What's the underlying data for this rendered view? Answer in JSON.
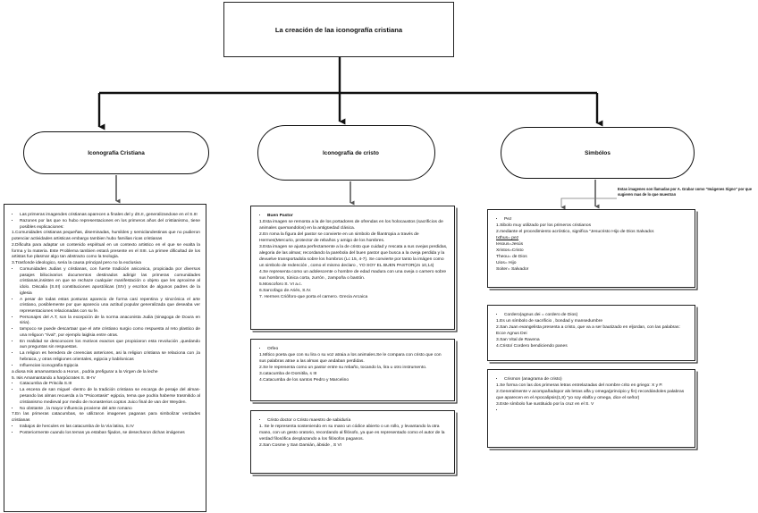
{
  "title": "La creación de laa iconografía cristiana",
  "branches": {
    "left": "Iconografía Cristiana",
    "mid": "Iconografía de cristo",
    "right": "Simbólos"
  },
  "note": "Estas imagenes son llamadas por A. Grabar como \"Imágenes Signo\" por que sugieren mas de lo que muestran",
  "left_items": [
    "Las primeras imagendes cristianas aparecen a finales del  y dS.II, generalizandose en el S.III",
    "Razones por las que no hubo representaciones   en los primeros años del cristianismo, tiene posibles explicaciones:",
    "1.Comunidades cristianas pequeñas, diseminadas, humildes y semiclandestinas que no pudieron potenciar actividades artisticas embargo tambien hubo familias ricas cristianas",
    "2.Dificulta para adaptar un contenido espiritual en un contexto artistico en el que se exalta la forma y la materia. Este Problema tambien estará presente en el SIII. La primee dificultad de los artistas fue plasmar algo tan abstracto como la teologia.",
    "3.Trasfonde ideologico, seria la causa principal pero no la exclusiva",
    "Comunidades Judias y cristianas, con fuerte tradición aniconica, propiciada por diversos pasajes biliocivarios documentos destinados adirigir las primeras comunidades cristianas,insisten en que se rechaze cualquier manifestación o objeto que les aproxime al idolo. Discalia (S.III) constituciones apostólicas (SIV) y escritos de algunos padres de la iglesia",
    "A pesar de todas estas posturas aparecio de forma casi repentina y sincrónica el arte cristiano, posiblemente por que aparecio una actitud popular generalizada que deseaba ver representaciones relacionadas con su fe.",
    "Personajes del A.T, son la excepción  de la norma anaconista Judia (sinagoga de Doura en siria).",
    "tampoco se puede descartaar que el arte cristiano surgio como respuesta al reto plastico de una religoon \"rival\", por ejemplo laiglsia entre otras.",
    "En realidad se desconocen los motivos exactos que propiciaron esta revolución ,quedando aun preguntas sin respuestas.",
    "La religion es heredera de creencias anteriores, asi la religion cristiana se relaciona con ,la hebraica, y otras religiones orientales, egipcia y babilonicas",
    "Influencias iconografia Egipcia",
    "a diosa Isis amamantando a Horus , podria prefigurar a la Virgen  de la leche",
    "5. Isis Amamantando a  harpócrates S. III-IV",
    "Catacumba de Priscila S.III",
    "La escena de san miguel -dentro de la tradición cristiana se encarga de pesaje del almas- pesando las almas recuerda a la \"Psicostasis\" egipcia, tema que podria haberse trasmitido al cristianismo medieval por medio de monasterios coptos Juico final de van der Weyden.",
    "No obstante , la mayor influencia proviene del arte romano",
    "7.En las primeras catacumbas, se utilizaron imagenes paganas para simbolizar verdades cristianas",
    "trabajos de hercules en las catacumba de la Via latina, S.IV",
    "Posteriormente cuando los temas ya estaban fijados, se desecharon dichas imágenes"
  ],
  "mid1": {
    "heading": "Buen Pastor",
    "lines": [
      "1.Esta imagen se remonta a la de los portadores de ofrendas en los holocaustos (sacrificios de animales quemandolos) en la antigüedad clásica.",
      "2.En roma la figura del pastor se convierte en un simbolo de filantropia a través de Hermes(Mercurio, protector de rebaños y amigo de los hombres.",
      "3.Esta imagen se ajusta perfectamente a la de cristo que cuidad y rescata a sus ovejas perdidas, alegoria de las almas; recordando la parebola del buen pastor que busca a la oveja perdida y la devuelve transportadola sobre los hombros (Lc 15, 4-7). Se convierte por tanto la imágen como un simbolo de redención , como el mismo declaro , YO SOY EL BUEN PASTOR(Jn 10,14)",
      "4.Se representa como un adolescente o hombre de edad madura con una oveja o carnero sobre sus hombros, túnica corta, zurrón , zampoña o bastón.",
      "5.Moscoforo S. VI a.c.",
      "6.Sarcofago de Ariés, S.IV.",
      "7. Hermes Crióforo-que porta el carnero. Grecia Arcaica"
    ]
  },
  "mid2": {
    "heading": "Orfeo",
    "lines": [
      "1.Mítico poeta que con su lira o su voz atraia a los animales.Se le compara con cristo que con sus palabras atrae a las almas que andaban perdidas.",
      "2.Se le representa como un pastor entre su rebaño, tocando la, lira u otro instrumento.",
      "3.catacumba de Domitila, s III",
      "4.Catacumba de los santos Pedro y Marcelino"
    ]
  },
  "mid3": {
    "heading": "Cristo doctor o Cristo maestro de sabiduría",
    "lines": [
      "1. Se le representa sosteniendo en su mano un códice abierto o un rollo, y levantando la otra mano, con un gesto oratorio, recordando al filósofo, ya que es representado como el autor de la verdad filosófica desplazando a los filósofos paganos.",
      "2.San Cosme y San Damián, ábside , S VI"
    ]
  },
  "r1": {
    "heading": "Pez",
    "lines": [
      "1.Sibolo muy utilizado por los primeros cristianos",
      "2.mediante el procedimiento acróstico, significa \"Jesucristo Hijo de Dios Salvador."
    ],
    "underlined": "Ixthus= pez",
    "words": [
      "Iesous=Jesús",
      "Xristos=Cristo",
      "Theou= de Dios",
      "Uios= Hijo",
      "Soiter= Salvador"
    ]
  },
  "r2": {
    "heading": "Cordero(agnus dei = cordero de Dios)",
    "lines": [
      "1.Es un símbolo de sacrificio , bondad y mansedumbre",
      "2.San Juan evangelista presenta a cristo, que va a ser bautizado en eljordan, con las palabras: Ecce Agnus Dei",
      "3.San Vital de Ravena",
      "4.Cristo/ Cordero bendiciendo panes"
    ]
  },
  "r3": {
    "heading": "Crismon (anagrama de cristo)",
    "lines": [
      "1.Se forma con las dos primeras letras entrelazadas del nombre crito en griego: X y P.",
      "2.Generalmente v acompañadopor als letras alfa y omega(principio y fin) recordándoles palabras que aparecen en el Apocalipsis(1,8) \"yo soy elalfa y omega, dice el señor)",
      "3.Este símbolo fue sustituido por la cruz en el S. V"
    ]
  }
}
